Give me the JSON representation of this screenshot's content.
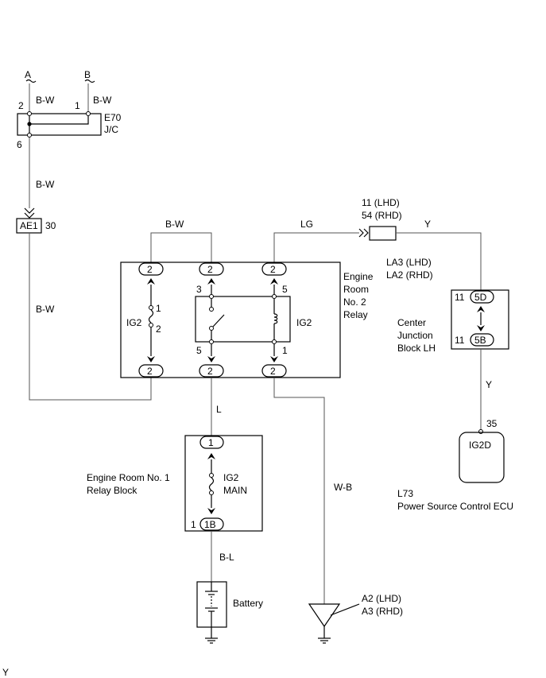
{
  "terminals": {
    "a": "A",
    "b": "B"
  },
  "wires": {
    "bw_1": "B-W",
    "bw_2": "B-W",
    "bw_3": "B-W",
    "bw_4": "B-W",
    "bw_5": "B-W",
    "lg": "LG",
    "y_top": "Y",
    "y_ecu": "Y",
    "l": "L",
    "wb": "W-B",
    "bl": "B-L"
  },
  "jc": {
    "code": "E70",
    "name": "J/C",
    "pin_left": "2",
    "pin_right": "1",
    "pin_bottom": "6"
  },
  "connector_ae1": {
    "label": "AE1",
    "pin": "30"
  },
  "splice_top": {
    "line1": "11 (LHD)",
    "line2": "54 (RHD)"
  },
  "splice_bottom": {
    "line1": "LA3 (LHD)",
    "line2": "LA2 (RHD)"
  },
  "relay_box": {
    "title_line1": "Engine",
    "title_line2": "Room",
    "title_line3": "No. 2",
    "title_line4": "Relay",
    "pin_label": "2",
    "fuse_label": "IG2",
    "fuse_pin_top": "1",
    "fuse_pin_bottom": "2",
    "relay_label": "IG2",
    "switch_pin_top": "3",
    "switch_pin_bottom": "5",
    "coil_pin_top": "5",
    "coil_pin_bottom": "1"
  },
  "cjb": {
    "name_line1": "Center",
    "name_line2": "Junction",
    "name_line3": "Block  LH",
    "top_pin": "11",
    "top_conn": "5D",
    "bottom_pin": "11",
    "bottom_conn": "5B"
  },
  "ecu": {
    "pin": "35",
    "terminal": "IG2D",
    "code": "L73",
    "name": "Power Source Control  ECU"
  },
  "relay_block_1": {
    "name_line1": "Engine Room No. 1",
    "name_line2": "Relay Block",
    "top_pin": "1",
    "fuse_line1": "IG2",
    "fuse_line2": "MAIN",
    "bottom_pin": "1",
    "bottom_conn": "1B"
  },
  "battery": {
    "label": "Battery"
  },
  "ground": {
    "line1": "A2 (LHD)",
    "line2": "A3 (RHD)"
  },
  "corner_mark": "Y"
}
